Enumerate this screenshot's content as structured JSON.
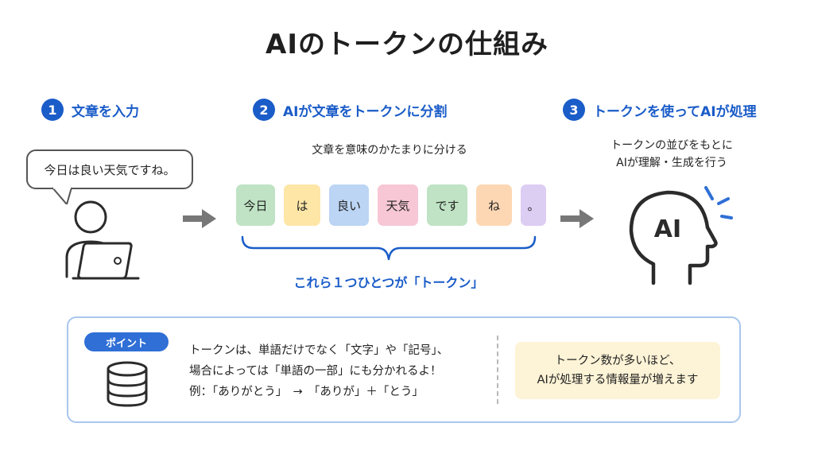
{
  "title": "AIのトークンの仕組み",
  "steps": [
    {
      "num": "1",
      "label": "文章を入力"
    },
    {
      "num": "2",
      "label": "AIが文章をトークンに分割"
    },
    {
      "num": "3",
      "label": "トークンを使ってAIが処理"
    }
  ],
  "input_sentence": "今日は良い天気ですね。",
  "split_caption": "文章を意味のかたまりに分ける",
  "tokens": [
    {
      "text": "今日",
      "color": "#bfe3c4"
    },
    {
      "text": "は",
      "color": "#fde6a6"
    },
    {
      "text": "良い",
      "color": "#bcd5f4"
    },
    {
      "text": "天気",
      "color": "#f7c7d5"
    },
    {
      "text": "です",
      "color": "#bfe3c4"
    },
    {
      "text": "ね",
      "color": "#fdd7b4"
    },
    {
      "text": "。",
      "color": "#dccdf3"
    }
  ],
  "brace_caption": "これら１つひとつが「トークン」",
  "process_caption_line1": "トークンの並びをもとに",
  "process_caption_line2": "AIが理解・生成を行う",
  "head_label": "AI",
  "point": {
    "badge": "ポイント",
    "line1": "トークンは、単語だけでなく「文字」や「記号」、",
    "line2": "場合によっては「単語の一部」にも分かれるよ！",
    "line3": "例：「ありがとう」　→　「ありが」＋「とう」"
  },
  "note": {
    "line1": "トークン数が多いほど、",
    "line2": "AIが処理する情報量が増えます"
  },
  "colors": {
    "accent": "#1a5cc8",
    "panel_border": "#a9c6ee",
    "note_bg": "#fdf3d6",
    "arrow": "#777777"
  }
}
